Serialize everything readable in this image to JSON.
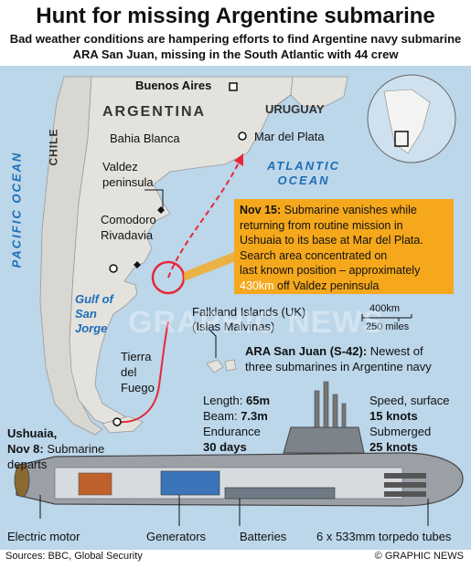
{
  "header": {
    "title": "Hunt for missing Argentine submarine",
    "subtitle": "Bad weather conditions are hampering efforts to find Argentine navy submarine ARA San Juan, missing in the South Atlantic with 44 crew"
  },
  "map": {
    "oceans": {
      "pacific": "PACIFIC OCEAN",
      "atlantic_line1": "ATLANTIC",
      "atlantic_line2": "OCEAN"
    },
    "countries": {
      "argentina": "ARGENTINA",
      "chile": "CHILE",
      "uruguay": "URUGUAY"
    },
    "places": {
      "buenos_aires": "Buenos Aires",
      "bahia_blanca": "Bahia Blanca",
      "mar_del_plata": "Mar del Plata",
      "valdez_line1": "Valdez",
      "valdez_line2": "peninsula",
      "comodoro_line1": "Comodoro",
      "comodoro_line2": "Rivadavia",
      "gulf_line1": "Gulf of",
      "gulf_line2": "San",
      "gulf_line3": "Jorge",
      "tierra_line1": "Tierra",
      "tierra_line2": "del",
      "tierra_line3": "Fuego",
      "falklands_line1": "Falkland Islands (UK)",
      "falklands_line2": "(Islas Malvinas)"
    },
    "ushuaia": {
      "place": "Ushuaia,",
      "date": "Nov 8:",
      "text": "Submarine",
      "text2": "departs"
    },
    "scale": {
      "km": "400km",
      "miles": "250 miles"
    },
    "callout": {
      "date": "Nov 15:",
      "line1": "Submarine vanishes while",
      "line2": "returning from routine mission in",
      "line3": "Ushuaia to its base at Mar del Plata.",
      "line4": "Search area concentrated on",
      "line5": "last known position – approximately",
      "line6_value": "430km",
      "line6_rest": " off Valdez peninsula"
    },
    "colors": {
      "sea": "#bcd6ea",
      "land": "#e3e2dd",
      "route": "#e8263a",
      "callout": "#f5a81c",
      "pacific_text": "#1d6eb5"
    }
  },
  "submarine": {
    "name": "ARA San Juan (S-42):",
    "desc_line1": "Newest of",
    "desc_line2": "three submarines in Argentine navy",
    "length_label": "Length:",
    "length_value": "65m",
    "beam_label": "Beam:",
    "beam_value": "7.3m",
    "endurance_label": "Endurance",
    "endurance_value": "30 days",
    "speed_label": "Speed, surface",
    "speed_value": "15 knots",
    "submerged_label": "Submerged",
    "submerged_value": "25 knots",
    "parts": {
      "motor": "Electric motor",
      "generators": "Generators",
      "batteries": "Batteries",
      "torpedo": "6 x 533mm torpedo tubes"
    }
  },
  "footer": {
    "sources": "Sources: BBC, Global Security",
    "credit": "© GRAPHIC NEWS"
  },
  "watermark": "GRAPHIC NEWS"
}
